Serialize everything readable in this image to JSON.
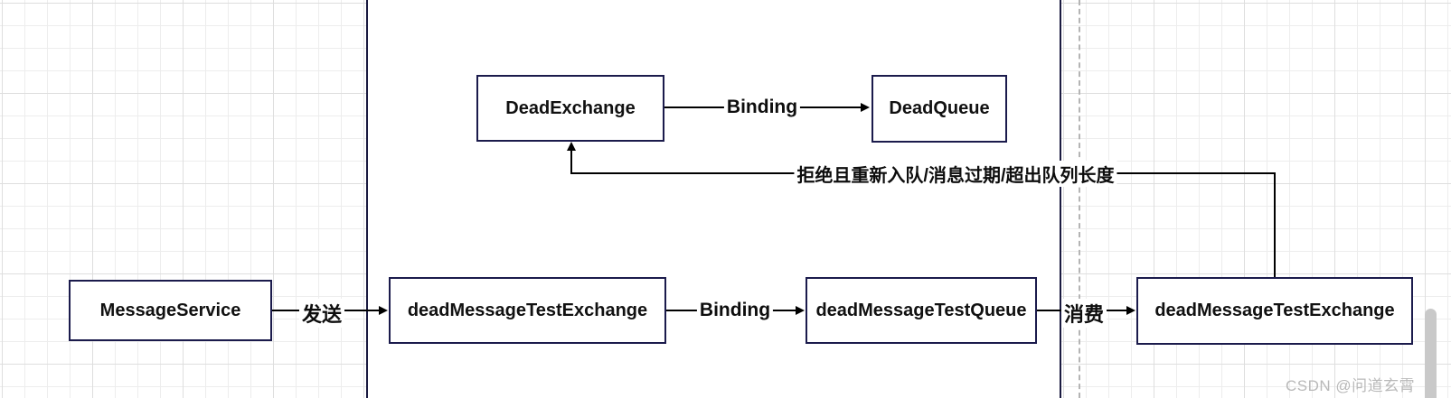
{
  "diagram": {
    "nodes": {
      "message_service": {
        "label": "MessageService"
      },
      "dead_exchange": {
        "label": "DeadExchange"
      },
      "dead_queue": {
        "label": "DeadQueue"
      },
      "test_exchange": {
        "label": "deadMessageTestExchange"
      },
      "test_queue": {
        "label": "deadMessageTestQueue"
      },
      "consumer_exchange": {
        "label": "deadMessageTestExchange"
      }
    },
    "edges": {
      "send": {
        "label": "发送"
      },
      "binding_top": {
        "label": "Binding"
      },
      "binding_bottom": {
        "label": "Binding"
      },
      "consume": {
        "label": "消费"
      },
      "dead_letter": {
        "label": "拒绝且重新入队/消息过期/超出队列长度"
      }
    }
  },
  "watermark": {
    "text": "CSDN @问道玄霄"
  },
  "colors": {
    "node_border": "#1b1b4c",
    "edge_line": "#000000",
    "page_divider": "#1a1a40",
    "dashed_guide": "#b4b4b4",
    "grid_minor": "#ededed",
    "grid_major": "#dedede",
    "watermark": "#b9b9b9",
    "scrollbar_thumb": "#c9c9c9",
    "background": "#ffffff"
  }
}
